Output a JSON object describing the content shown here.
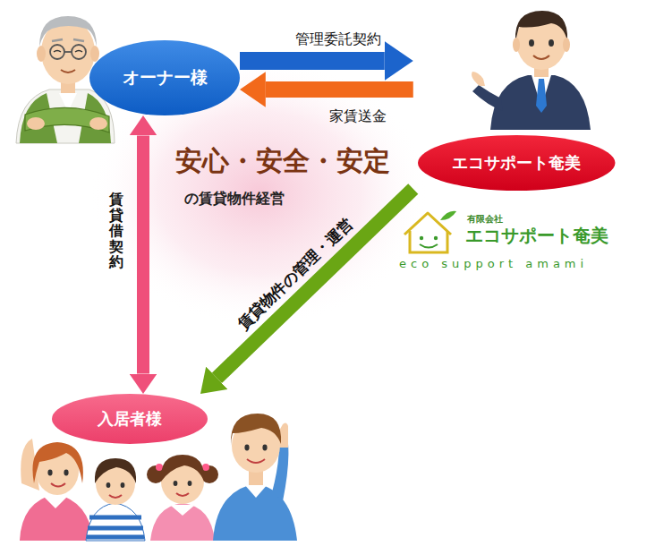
{
  "diagram": {
    "nodes": [
      {
        "text": [
          "オーナー様"
        ]
      },
      {
        "text": [
          "エコサポート奄美"
        ]
      },
      {
        "text": [
          "入居者様"
        ]
      }
    ],
    "edges": [
      {
        "from": 0,
        "to": 1,
        "label": "管理委託契約",
        "arrow": "to"
      },
      {
        "from": 1,
        "to": 0,
        "label": "家賃送金",
        "arrow": "to"
      },
      {
        "from": 0,
        "to": 2,
        "label": "賃貸借契約",
        "arrow": "both"
      },
      {
        "from": 1,
        "to": 2,
        "label": "賃貸物件の管理・運営",
        "arrow": "to"
      }
    ],
    "labels": [
      "安心・安全・安定",
      "の賃貸物件経営",
      "有限会社",
      "エコサポート奄美",
      "eco support amami"
    ]
  }
}
